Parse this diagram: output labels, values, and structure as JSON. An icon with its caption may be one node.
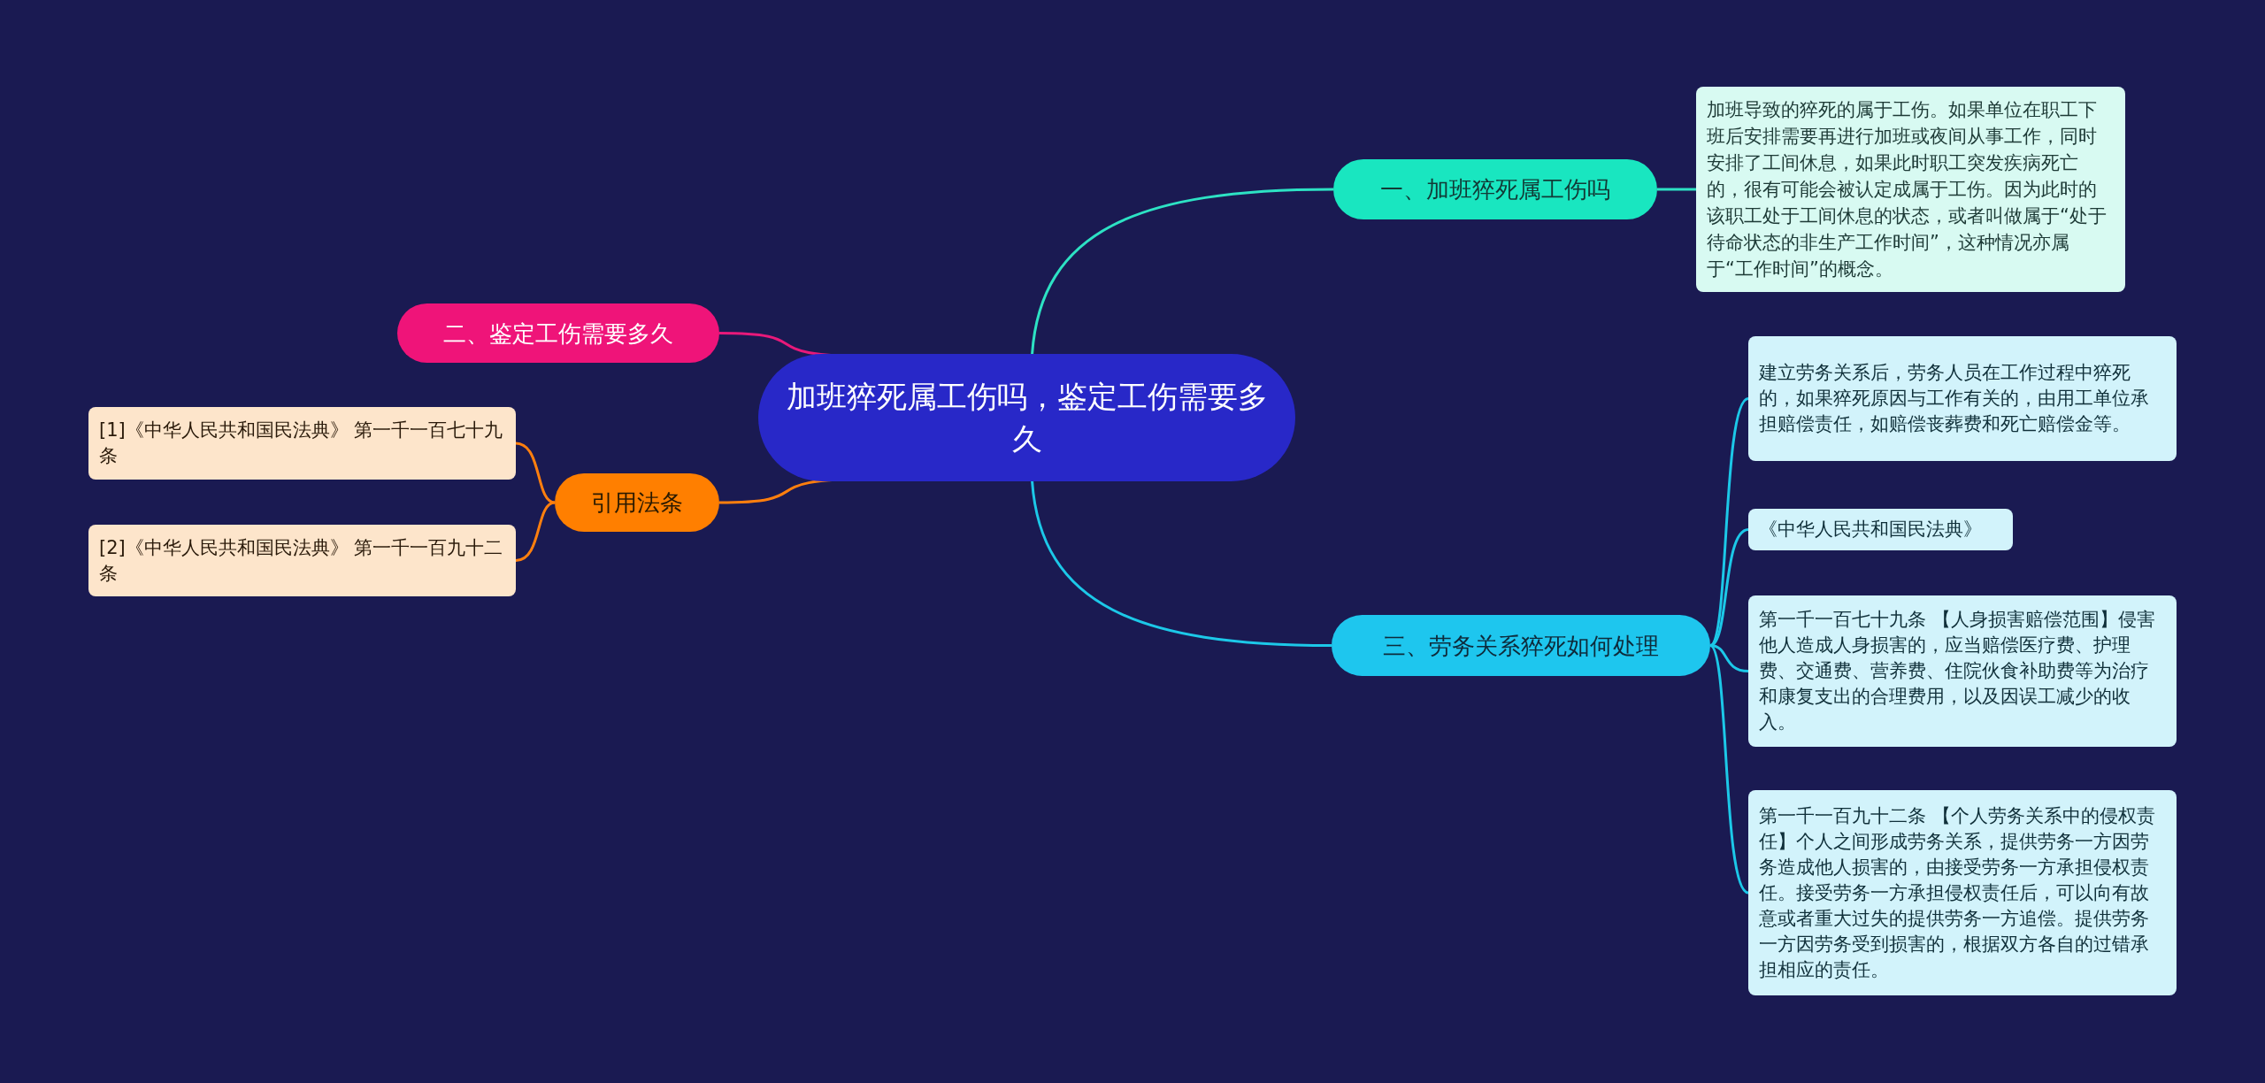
{
  "diagram": {
    "nodes": [
      {
        "text": [
          "加班猝死属工伤吗，鉴定工伤需要多久"
        ]
      },
      {
        "text": [
          "一、加班猝死属工伤吗"
        ]
      },
      {
        "text": [
          "加班导致的猝死的属于工伤。如果单位在职工下班后安排需要再进行加班或夜间从事工作，同时安排了工间休息，如果此时职工突发疾病死亡的，很有可能会被认定成属于工伤。因为此时的该职工处于工间休息的状态，或者叫做属于“处于待命状态的非生产工作时间”，这种情况亦属于“工作时间”的概念。"
        ]
      },
      {
        "text": [
          "二、鉴定工伤需要多久"
        ]
      },
      {
        "text": [
          "引用法条"
        ]
      },
      {
        "text": [
          "[1]《中华人民共和国民法典》 第一千一百七十九条"
        ]
      },
      {
        "text": [
          "[2]《中华人民共和国民法典》 第一千一百九十二条"
        ]
      },
      {
        "text": [
          "三、劳务关系猝死如何处理"
        ]
      },
      {
        "text": [
          "建立劳务关系后，劳务人员在工作过程中猝死的，如果猝死原因与工作有关的，由用工单位承担赔偿责任，如赔偿丧葬费和死亡赔偿金等。"
        ]
      },
      {
        "text": [
          "《中华人民共和国民法典》"
        ]
      },
      {
        "text": [
          "第一千一百七十九条 【人身损害赔偿范围】侵害他人造成人身损害的，应当赔偿医疗费、护理费、交通费、营养费、住院伙食补助费等为治疗和康复支出的合理费用，以及因误工减少的收入。"
        ]
      },
      {
        "text": [
          "第一千一百九十二条 【个人劳务关系中的侵权责任】个人之间形成劳务关系，提供劳务一方因劳务造成他人损害的，由接受劳务一方承担侵权责任。接受劳务一方承担侵权责任后，可以向有故意或者重大过失的提供劳务一方追偿。提供劳务一方因劳务受到损害的，根据双方各自的过错承担相应的责任。"
        ]
      }
    ],
    "edges": [
      {
        "from": 0,
        "to": 1,
        "arrow": "none",
        "color": "#2de2c4"
      },
      {
        "from": 1,
        "to": 2,
        "arrow": "none",
        "color": "#2de2c4"
      },
      {
        "from": 0,
        "to": 3,
        "arrow": "none",
        "color": "#e8197a"
      },
      {
        "from": 0,
        "to": 4,
        "arrow": "none",
        "color": "#ff7f0e"
      },
      {
        "from": 4,
        "to": 5,
        "arrow": "none",
        "color": "#ff7f0e"
      },
      {
        "from": 4,
        "to": 6,
        "arrow": "none",
        "color": "#ff7f0e"
      },
      {
        "from": 0,
        "to": 7,
        "arrow": "none",
        "color": "#1cc8e8"
      },
      {
        "from": 7,
        "to": 8,
        "arrow": "none",
        "color": "#1cc8e8"
      },
      {
        "from": 7,
        "to": 9,
        "arrow": "none",
        "color": "#1cc8e8"
      },
      {
        "from": 7,
        "to": 10,
        "arrow": "none",
        "color": "#1cc8e8"
      },
      {
        "from": 7,
        "to": 11,
        "arrow": "none",
        "color": "#1cc8e8"
      }
    ]
  }
}
